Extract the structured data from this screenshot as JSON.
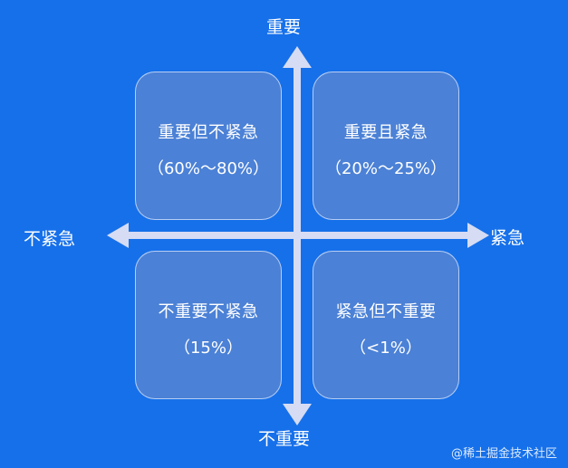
{
  "axes": {
    "top": "重要",
    "bottom": "不重要",
    "left": "不紧急",
    "right": "紧急"
  },
  "quadrants": {
    "top_left": {
      "title": "重要但不紧急",
      "percent": "（60%～80%）"
    },
    "top_right": {
      "title": "重要且紧急",
      "percent": "（20%～25%）"
    },
    "bottom_left": {
      "title": "不重要不紧急",
      "percent": "（15%）"
    },
    "bottom_right": {
      "title": "紧急但不重要",
      "percent": "（<1%）"
    }
  },
  "watermark": "@稀土掘金技术社区",
  "colors": {
    "background": "#1670ea",
    "axis": "#d6dcf3",
    "card_fill": "rgba(140,150,190,0.45)",
    "card_border": "rgba(220,232,255,0.75)",
    "text": "#ffffff"
  }
}
